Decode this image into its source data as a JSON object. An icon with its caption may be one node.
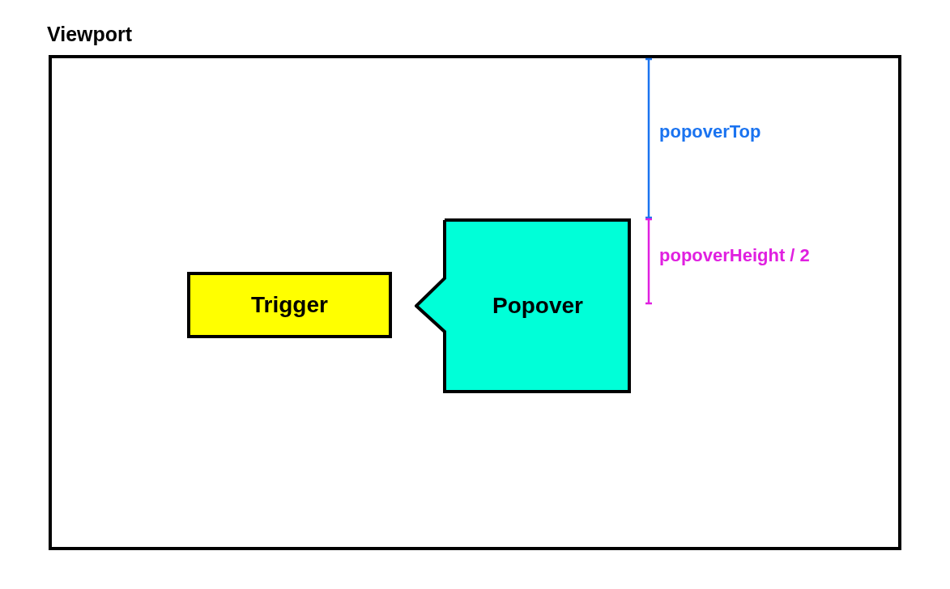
{
  "diagram": {
    "nodes": [
      {
        "text": [
          "Viewport"
        ]
      },
      {
        "text": [
          "Trigger"
        ],
        "in": 0
      },
      {
        "text": [
          "Popover"
        ],
        "in": 0
      }
    ],
    "labels": [
      "popoverTop",
      "popoverHeight / 2"
    ]
  }
}
